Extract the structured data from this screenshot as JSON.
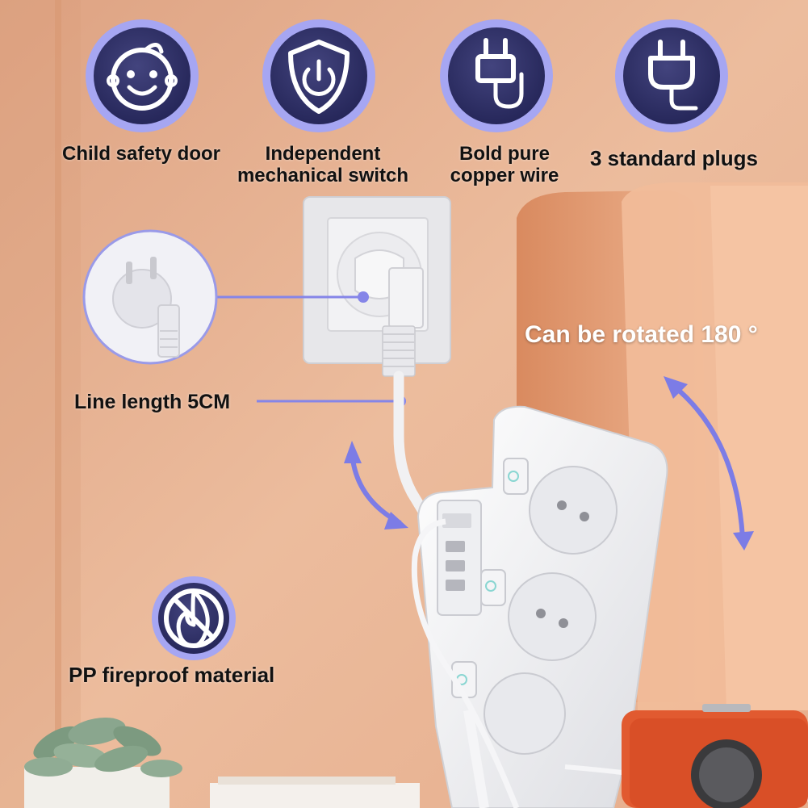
{
  "features": {
    "child_safety": {
      "label": "Child safety door",
      "icon": "baby-face-icon"
    },
    "switch": {
      "label_line1": "Independent",
      "label_line2": "mechanical switch",
      "icon": "power-shield-icon"
    },
    "copper": {
      "label_line1": "Bold pure",
      "label_line2": "copper wire",
      "icon": "plug-wire-icon"
    },
    "plugs": {
      "label": "3 standard plugs",
      "icon": "plug-icon"
    }
  },
  "callouts": {
    "line_length": "Line length 5CM",
    "rotation": "Can be rotated 180 °",
    "fireproof": "PP fireproof material"
  },
  "colors": {
    "wall": "#e9b594",
    "icon_ring": "#8c8cec",
    "icon_fill": "#34356a",
    "accent_line": "#7d7de6",
    "socket_white": "#f5f5f6",
    "radio_red": "#e0552e"
  }
}
